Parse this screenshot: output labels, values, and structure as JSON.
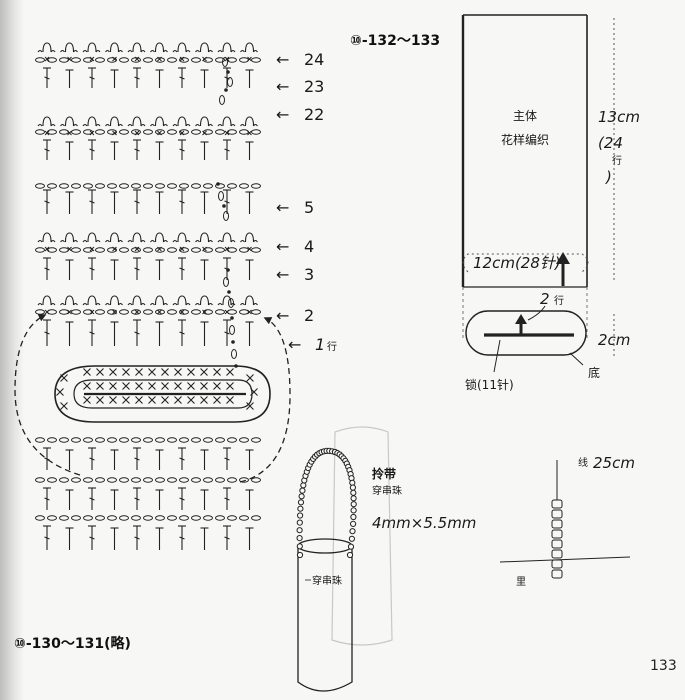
{
  "chart_rows": [
    {
      "id": "r24",
      "label": "24"
    },
    {
      "id": "r23",
      "label": "23"
    },
    {
      "id": "r22",
      "label": "22"
    },
    {
      "id": "r5",
      "label": "5"
    },
    {
      "id": "r4",
      "label": "4"
    },
    {
      "id": "r3",
      "label": "3"
    },
    {
      "id": "r2",
      "label": "2"
    },
    {
      "id": "r1",
      "label": "1",
      "suffix": "行"
    }
  ],
  "arrow_glyph": "←",
  "section_main": {
    "heading": "⑩-132～133"
  },
  "main_body": {
    "title": "主体",
    "subtitle": "花样编织",
    "height_cm": "13cm",
    "height_rows": "(24",
    "height_rows_unit": "行",
    "height_close": ")",
    "width_label": "12cm(28针)"
  },
  "base": {
    "rows_label": "2",
    "rows_unit": "行",
    "depth_label": "2cm",
    "bottom_label": "底",
    "chain_label": "锁(11针)"
  },
  "strap": {
    "title": "拎带",
    "bead_label": "穿串珠",
    "bead_size": "4mm×5.5mm",
    "bead_label_2": "穿串珠"
  },
  "thread": {
    "label_cn": "线",
    "length": "25cm",
    "inside_label": "里"
  },
  "section_omit": {
    "heading": "⑩-130～131(略)"
  },
  "page_number": "133",
  "colors": {
    "ink": "#1a1a1a",
    "paper": "#f7f7f5"
  }
}
